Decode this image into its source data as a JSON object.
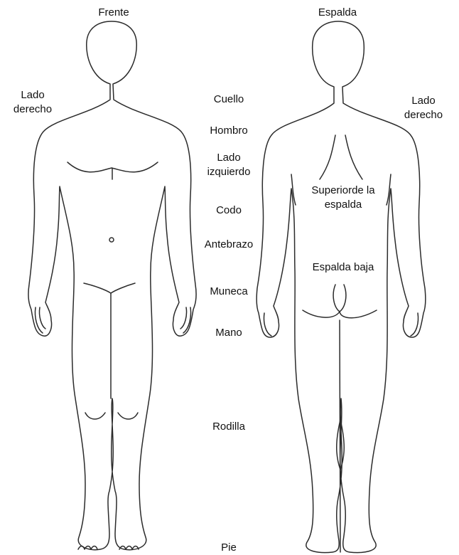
{
  "front_title": "Frente",
  "back_title": "Espalda",
  "labels": {
    "front_side": "Lado\nderecho",
    "back_side": "Lado\nderecho",
    "neck": "Cuello",
    "shoulder": "Hombro",
    "left_side": "Lado\nizquierdo",
    "elbow": "Codo",
    "forearm": "Antebrazo",
    "wrist": "Muneca",
    "hand": "Mano",
    "knee": "Rodilla",
    "foot": "Pie",
    "upper_back": "Superiorde la\nespalda",
    "lower_back": "Espalda baja"
  },
  "colors": {
    "outline": "#2b2b2b",
    "text": "#111111",
    "background": "#ffffff"
  }
}
